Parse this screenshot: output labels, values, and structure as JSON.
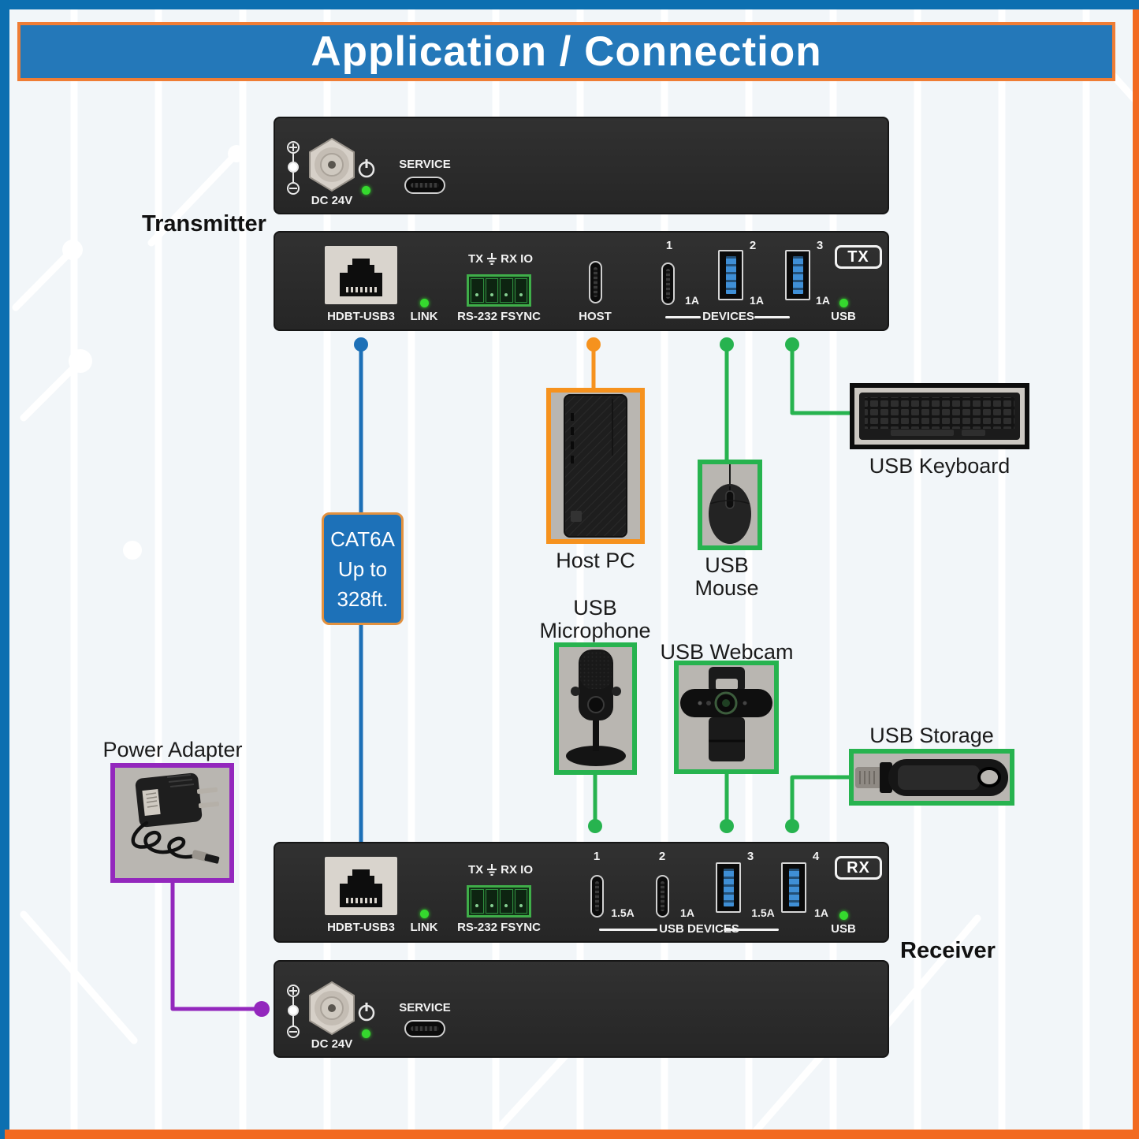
{
  "title": "Application / Connection",
  "colors": {
    "frame_blue": "#0c6fb0",
    "frame_orange": "#f26a21",
    "title_bg": "#2478b9",
    "title_border": "#ef7d35",
    "link_blue": "#1d70b7",
    "link_orange": "#f6921e",
    "link_green": "#27b34f",
    "link_purple": "#9327bd",
    "panel_dark": "#2b2b2b",
    "led_green": "#35d92e",
    "usb_a_blue": "#3f8fd6"
  },
  "transmitter": {
    "label": "Transmitter",
    "power": {
      "dc_label": "DC 24V",
      "service_label": "SERVICE"
    },
    "main": {
      "hdbt_label": "HDBT-USB3",
      "link_label": "LINK",
      "terminal_top_left": "TX",
      "terminal_top_right": "RX IO",
      "terminal_bottom": "RS-232 FSYNC",
      "host_label": "HOST",
      "devices_label": "DEVICES",
      "usb_label": "USB",
      "badge": "TX",
      "ports": [
        {
          "number": "1",
          "current": "1A",
          "type": "usb-c"
        },
        {
          "number": "2",
          "current": "1A",
          "type": "usb-a"
        },
        {
          "number": "3",
          "current": "1A",
          "type": "usb-a"
        }
      ]
    }
  },
  "receiver": {
    "label": "Receiver",
    "power": {
      "dc_label": "DC 24V",
      "service_label": "SERVICE"
    },
    "main": {
      "hdbt_label": "HDBT-USB3",
      "link_label": "LINK",
      "terminal_top_left": "TX",
      "terminal_top_right": "RX IO",
      "terminal_bottom": "RS-232 FSYNC",
      "devices_label": "USB DEVICES",
      "usb_label": "USB",
      "badge": "RX",
      "ports": [
        {
          "number": "1",
          "current": "1.5A",
          "type": "usb-c"
        },
        {
          "number": "2",
          "current": "1A",
          "type": "usb-c"
        },
        {
          "number": "3",
          "current": "1.5A",
          "type": "usb-a"
        },
        {
          "number": "4",
          "current": "1A",
          "type": "usb-a"
        }
      ]
    }
  },
  "cable": {
    "line1": "CAT6A",
    "line2": "Up to",
    "line3": "328ft."
  },
  "devices": {
    "host_pc": {
      "label": "Host PC"
    },
    "usb_mouse": {
      "line1": "USB",
      "line2": "Mouse"
    },
    "usb_keyboard": {
      "label": "USB Keyboard"
    },
    "usb_microphone": {
      "line1": "USB",
      "line2": "Microphone"
    },
    "usb_webcam": {
      "label": "USB Webcam"
    },
    "usb_storage": {
      "label": "USB Storage"
    },
    "power_adapter": {
      "label": "Power Adapter"
    }
  }
}
